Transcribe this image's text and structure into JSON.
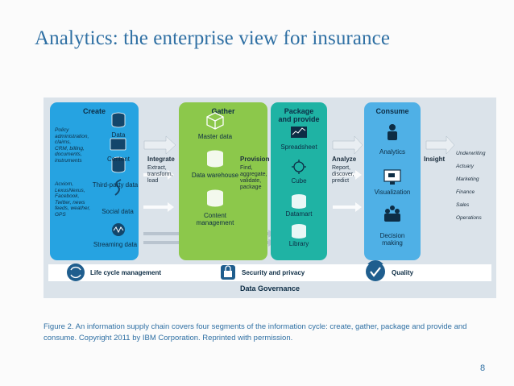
{
  "title": "Analytics: the enterprise view for insurance",
  "diagram": {
    "create": {
      "heading": "Create",
      "sources_top": [
        "Policy",
        "administration,",
        "claims,",
        "CRM, billing,",
        "documents,",
        "instruments"
      ],
      "sources_bottom": [
        "Acxiom,",
        "LexusNexus,",
        "Facebook,",
        "Twitter, news",
        "feeds, weather,",
        "GPS"
      ],
      "items": [
        "Data",
        "Content",
        "Third-party data",
        "Social data",
        "Streaming data"
      ]
    },
    "integrate": {
      "label": "Integrate",
      "desc": [
        "Extract,",
        "transform,",
        "load"
      ]
    },
    "gather": {
      "heading": "Gather",
      "items": [
        "Master data",
        "Data warehouse",
        "Content",
        "management"
      ]
    },
    "provision": {
      "label": "Provision",
      "desc": [
        "Find,",
        "aggregate,",
        "validate,",
        "package"
      ]
    },
    "package": {
      "heading": [
        "Package",
        "and provide"
      ],
      "items": [
        "Spreadsheet",
        "Cube",
        "Datamart",
        "Library"
      ]
    },
    "analyze": {
      "label": "Analyze",
      "desc": [
        "Report,",
        "discover,",
        "predict"
      ]
    },
    "consume": {
      "heading": "Consume",
      "items": [
        "Analytics",
        "Visualization",
        "Decision",
        "making"
      ]
    },
    "insight": {
      "label": "Insight"
    },
    "outputs": [
      "Underwriting",
      "Actuary",
      "Marketing",
      "Finance",
      "Sales",
      "Operations"
    ],
    "bottom": {
      "lifecycle": "Life cycle management",
      "security": "Security and privacy",
      "quality": "Quality",
      "governance": "Data Governance"
    },
    "colors": {
      "create": "#26a3e1",
      "gather": "#8cc84b",
      "package": "#1fb3a4",
      "consume": "#4fb0e6",
      "accent": "#2e6fa3"
    }
  },
  "caption": "Figure 2. An information supply chain covers four segments of the information  cycle: create, gather, package and provide and consume. Copyright 2011 by IBM Corporation. Reprinted with permission.",
  "page_number": "8"
}
